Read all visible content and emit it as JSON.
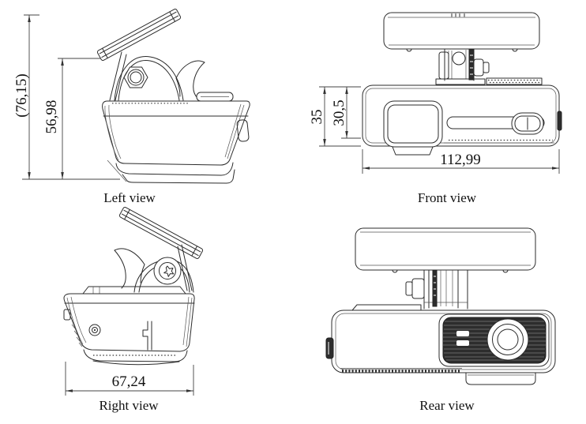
{
  "figure": {
    "background": "#ffffff",
    "line_color": "#2b2b2b",
    "panel_dark_color": "#2d2d2d",
    "views": {
      "left": {
        "caption": "Left view",
        "dims": {
          "overall_height": "(76,15)",
          "body_height": "56,98"
        }
      },
      "front": {
        "caption": "Front view",
        "dims": {
          "total_height": "35",
          "body_height": "30,5",
          "width": "112,99"
        }
      },
      "right": {
        "caption": "Right view",
        "dims": {
          "width": "67,24"
        }
      },
      "rear": {
        "caption": "Rear view"
      }
    }
  }
}
